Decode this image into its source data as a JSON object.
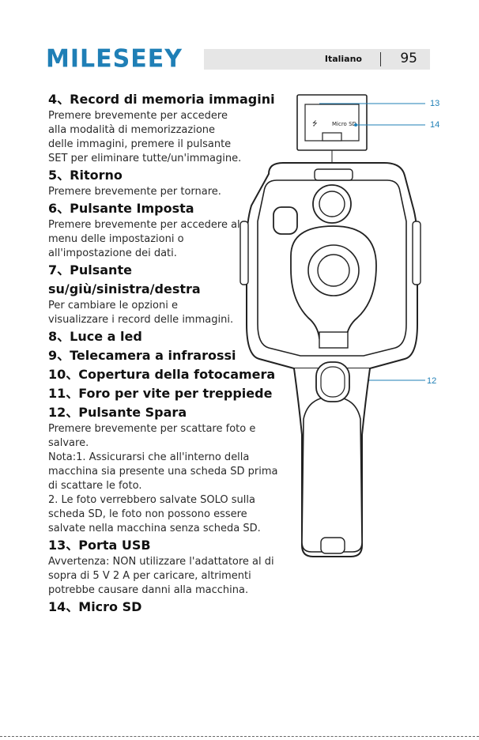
{
  "header": {
    "brand": "MILESEEY",
    "language": "Italiano",
    "page_number": "95"
  },
  "sections": [
    {
      "heading": "4、Record di memoria immagini",
      "lines": [
        "Premere brevemente per accedere",
        "alla modalità di memorizzazione",
        "delle immagini, premere il pulsante",
        "SET per eliminare tutte/un'immagine."
      ]
    },
    {
      "heading": "5、Ritorno",
      "lines": [
        "Premere brevemente per tornare."
      ]
    },
    {
      "heading": "6、Pulsante Imposta",
      "lines": [
        "Premere brevemente per accedere al",
        "menu delle impostazioni o",
        "all'impostazione dei dati."
      ]
    },
    {
      "heading": "7、Pulsante",
      "lines": []
    },
    {
      "heading": "su/giù/sinistra/destra",
      "lines": [
        "Per cambiare le opzioni e",
        "visualizzare i record delle immagini."
      ]
    },
    {
      "heading": "8、Luce a led",
      "lines": []
    },
    {
      "heading": "9、Telecamera a infrarossi",
      "lines": []
    },
    {
      "heading": "10、Copertura della fotocamera",
      "lines": []
    },
    {
      "heading": "11、Foro per vite per treppiede",
      "lines": []
    },
    {
      "heading": "12、Pulsante Spara",
      "lines": [
        "Premere brevemente per scattare foto e",
        "salvare.",
        "Nota:1. Assicurarsi che all'interno della",
        "macchina sia presente una scheda SD prima",
        "di scattare le foto.",
        "2. Le foto verrebbero salvate SOLO sulla",
        "scheda SD, le foto non possono essere",
        "salvate nella macchina senza scheda SD."
      ]
    },
    {
      "heading": "13、Porta USB",
      "lines": [
        "Avvertenza: NON utilizzare l'adattatore al di",
        "sopra di 5 V 2 A per caricare, altrimenti",
        "potrebbe causare danni alla macchina."
      ]
    },
    {
      "heading": "14、Micro SD",
      "lines": []
    }
  ],
  "diagram": {
    "label_13": "13",
    "label_14": "14",
    "label_12": "12",
    "micro_sd_text": "Micro SD",
    "usb_symbol": "⭍"
  },
  "colors": {
    "brand": "#1f7fb6",
    "callout": "#1f7fb6",
    "bar": "#e6e6e6"
  }
}
